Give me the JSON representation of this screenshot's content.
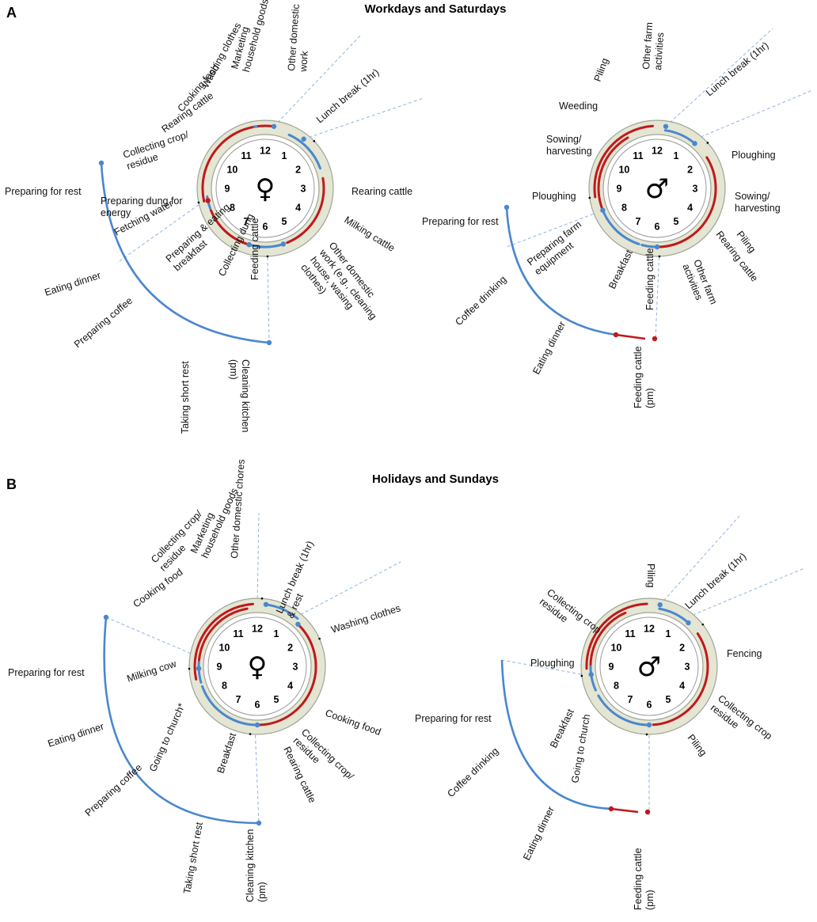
{
  "colors": {
    "work": "#c0191c",
    "rest": "#4a87cf",
    "band": "#e4e6d3",
    "bandEdge": "#9ea596",
    "leader": "#8fb3e0",
    "ink": "#111111"
  },
  "panels": [
    {
      "letter": "A",
      "title": "Workdays and Saturdays",
      "clocks": [
        {
          "name": "female",
          "symbol": "♀",
          "numbers": [
            "12",
            "1",
            "2",
            "3",
            "4",
            "5",
            "6",
            "7",
            "8",
            "9",
            "10",
            "11"
          ],
          "labels": [
            {
              "lines": [
                "Other domestic",
                "work"
              ]
            },
            {
              "lines": [
                "Marketing",
                "household goods"
              ]
            },
            {
              "lines": [
                "Washing clothes"
              ]
            },
            {
              "lines": [
                "Cooking food"
              ]
            },
            {
              "lines": [
                "Rearing cattle"
              ]
            },
            {
              "lines": [
                "Collecting crop/",
                "residue"
              ]
            },
            {
              "lines": [
                "Preparing dung for",
                "energy"
              ]
            },
            {
              "lines": [
                "Fetching water"
              ]
            },
            {
              "lines": [
                "Preparing & eating",
                "breakfast"
              ]
            },
            {
              "lines": [
                "Collecting dung"
              ]
            },
            {
              "lines": [
                "Feeding cattle"
              ]
            },
            {
              "lines": [
                "Other domestic",
                "work (e.g., cleaning",
                "house, wasing",
                "clothes)"
              ]
            },
            {
              "lines": [
                "Milking cattle"
              ]
            },
            {
              "lines": [
                "Rearing cattle"
              ]
            },
            {
              "lines": [
                "Lunch break (1hr)"
              ]
            },
            {
              "lines": [
                "Preparing for rest"
              ]
            },
            {
              "lines": [
                "Eating dinner"
              ]
            },
            {
              "lines": [
                "Preparing coffee"
              ]
            },
            {
              "lines": [
                "Taking short rest"
              ]
            },
            {
              "lines": [
                "Cleaning kitchen",
                "(pm)"
              ]
            }
          ]
        },
        {
          "name": "male",
          "symbol": "♂",
          "numbers": [
            "12",
            "1",
            "2",
            "3",
            "4",
            "5",
            "6",
            "7",
            "8",
            "9",
            "10",
            "11"
          ],
          "labels": [
            {
              "lines": [
                "Other farm",
                "activities"
              ]
            },
            {
              "lines": [
                "Piling"
              ]
            },
            {
              "lines": [
                "Weeding"
              ]
            },
            {
              "lines": [
                "Sowing/",
                "harvesting"
              ]
            },
            {
              "lines": [
                "Ploughing"
              ]
            },
            {
              "lines": [
                "Preparing farm",
                "equipment"
              ]
            },
            {
              "lines": [
                "Breakfast"
              ]
            },
            {
              "lines": [
                "Feeding cattle"
              ]
            },
            {
              "lines": [
                "Other farm",
                "activities"
              ]
            },
            {
              "lines": [
                "Rearing cattle"
              ]
            },
            {
              "lines": [
                "Piling"
              ]
            },
            {
              "lines": [
                "Sowing/",
                "harvesting"
              ]
            },
            {
              "lines": [
                "Ploughing"
              ]
            },
            {
              "lines": [
                "Lunch break (1hr)"
              ]
            },
            {
              "lines": [
                "Preparing for rest"
              ]
            },
            {
              "lines": [
                "Coffee drinking"
              ]
            },
            {
              "lines": [
                "Eating dinner"
              ]
            },
            {
              "lines": [
                "Feeding cattle",
                "(pm)"
              ]
            }
          ]
        }
      ]
    },
    {
      "letter": "B",
      "title": "Holidays and Sundays",
      "clocks": [
        {
          "name": "female",
          "symbol": "♀",
          "numbers": [
            "12",
            "1",
            "2",
            "3",
            "4",
            "5",
            "6",
            "7",
            "8",
            "9",
            "10",
            "11"
          ],
          "labels": [
            {
              "lines": [
                "Other domestic chores"
              ]
            },
            {
              "lines": [
                "Marketing",
                "household goods"
              ]
            },
            {
              "lines": [
                "Collecting crop/",
                "residue"
              ]
            },
            {
              "lines": [
                "Cooking food"
              ]
            },
            {
              "lines": [
                "Milking cow"
              ]
            },
            {
              "lines": [
                "Going to church*"
              ]
            },
            {
              "lines": [
                "Breakfast"
              ]
            },
            {
              "lines": [
                "Rearing cattle"
              ]
            },
            {
              "lines": [
                "Collecting crop/",
                "residue"
              ]
            },
            {
              "lines": [
                "Cooking food"
              ]
            },
            {
              "lines": [
                "Washing clothes"
              ]
            },
            {
              "lines": [
                "Lunch break (1hr)",
                "& rest"
              ]
            },
            {
              "lines": [
                "Preparing for rest"
              ]
            },
            {
              "lines": [
                "Eating dinner"
              ]
            },
            {
              "lines": [
                "Preparing coffee"
              ]
            },
            {
              "lines": [
                "Taking short rest"
              ]
            },
            {
              "lines": [
                "Cleaning kitchen",
                "(pm)"
              ]
            }
          ]
        },
        {
          "name": "male",
          "symbol": "♂",
          "numbers": [
            "12",
            "1",
            "2",
            "3",
            "4",
            "5",
            "6",
            "7",
            "8",
            "9",
            "10",
            "11"
          ],
          "labels": [
            {
              "lines": [
                "Piling"
              ]
            },
            {
              "lines": [
                "Collecting crop",
                "residue"
              ]
            },
            {
              "lines": [
                "Ploughing"
              ]
            },
            {
              "lines": [
                "Breakfast"
              ]
            },
            {
              "lines": [
                "Going to church"
              ]
            },
            {
              "lines": [
                "Feeding cattle",
                "(pm)"
              ]
            },
            {
              "lines": [
                "Piling"
              ]
            },
            {
              "lines": [
                "Collecting crop",
                "residue"
              ]
            },
            {
              "lines": [
                "Fencing"
              ]
            },
            {
              "lines": [
                "Lunch break (1hr)"
              ]
            },
            {
              "lines": [
                "Preparing for rest"
              ]
            },
            {
              "lines": [
                "Coffee drinking"
              ]
            },
            {
              "lines": [
                "Eating dinner"
              ]
            }
          ]
        }
      ]
    }
  ]
}
